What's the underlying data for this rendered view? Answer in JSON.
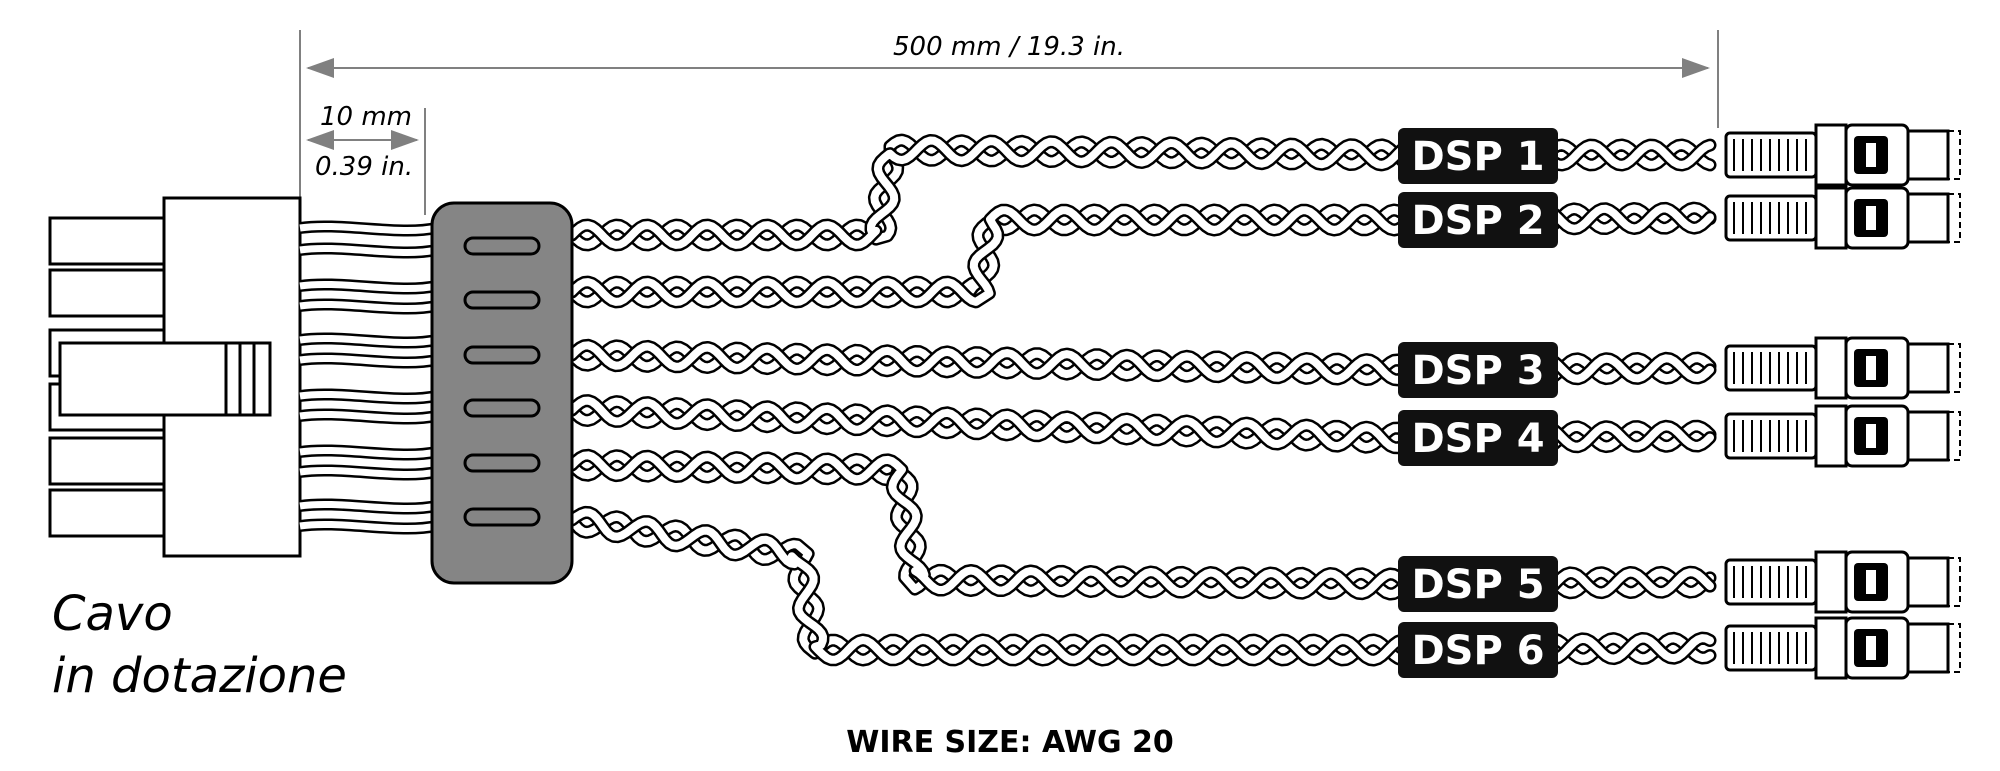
{
  "dimensions": {
    "total_length": "500 mm / 19.3 in.",
    "strip_length_mm": "10 mm",
    "strip_length_in": "0.39 in."
  },
  "caption": {
    "line1": "Cavo",
    "line2": "in dotazione"
  },
  "labels": [
    "DSP 1",
    "DSP 2",
    "DSP 3",
    "DSP 4",
    "DSP 5",
    "DSP 6"
  ],
  "wire_size": "WIRE SIZE: AWG 20",
  "colors": {
    "outline": "#000000",
    "strain_relief": "#858585",
    "tag_background": "#111111",
    "tag_text": "#ffffff",
    "dimension_line": "#808080"
  }
}
